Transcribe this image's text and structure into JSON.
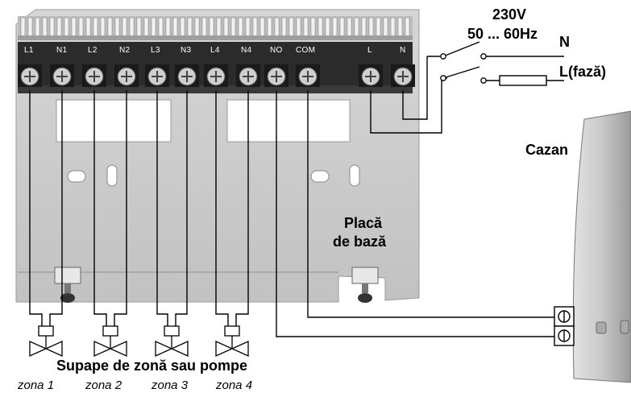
{
  "power": {
    "voltage": "230V",
    "frequency": "50 ... 60Hz",
    "neutral": "N",
    "live": "L(fază)"
  },
  "boiler": {
    "label": "Cazan"
  },
  "base_plate": {
    "line1": "Placă",
    "line2": "de bază"
  },
  "terminals": [
    "L1",
    "N1",
    "L2",
    "N2",
    "L3",
    "N3",
    "L4",
    "N4",
    "NO",
    "COM",
    "L",
    "N"
  ],
  "valves": {
    "caption": "Supape de zonă sau pompe"
  },
  "zones": [
    "zona 1",
    "zona 2",
    "zona 3",
    "zona 4"
  ]
}
